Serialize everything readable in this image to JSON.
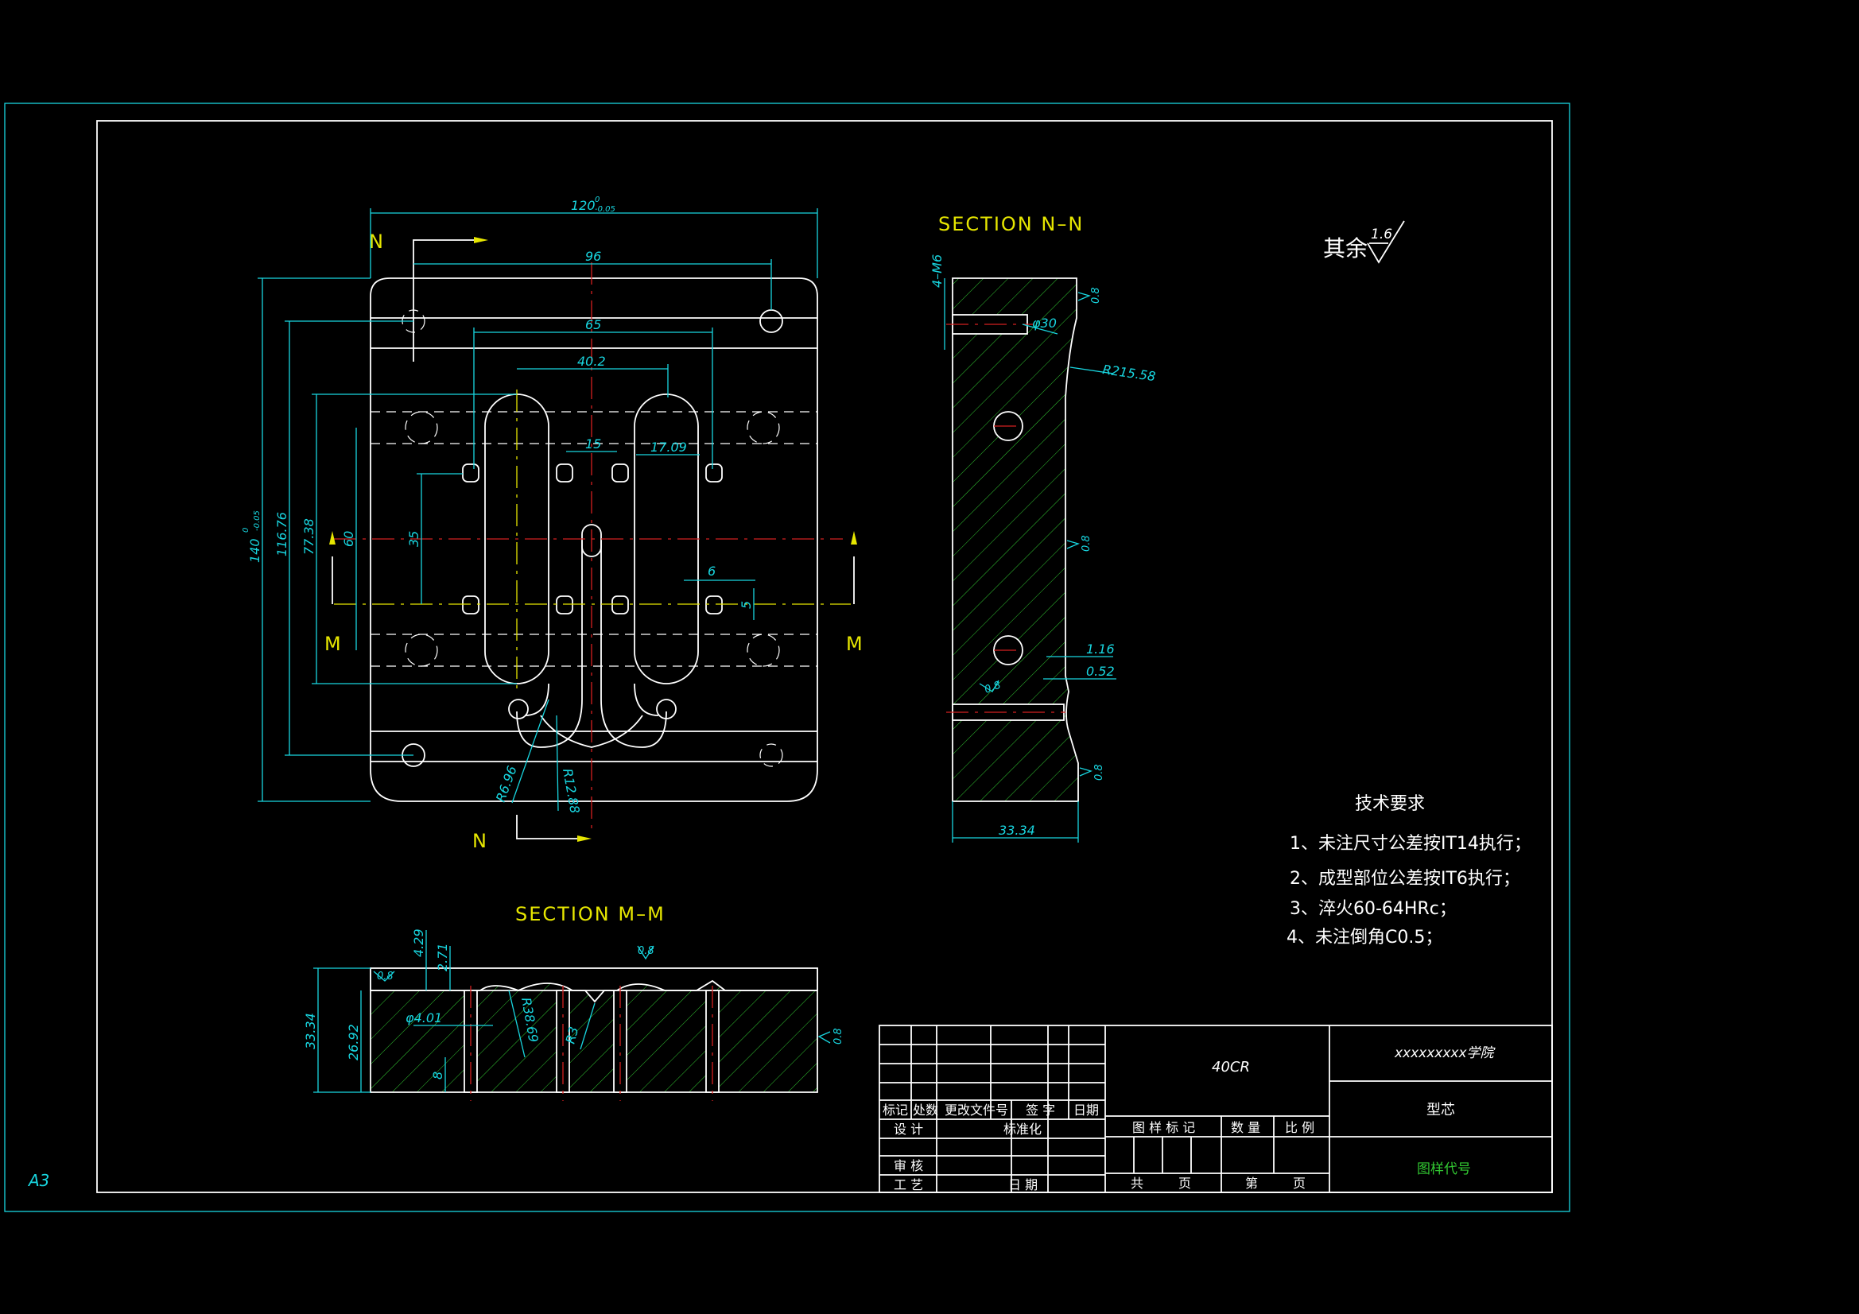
{
  "sheet": {
    "size_label": "A3"
  },
  "views": {
    "front": {
      "section_letters": {
        "n_top": "N",
        "n_bottom": "N",
        "m_left": "M",
        "m_right": "M"
      },
      "dimensions": {
        "width_120": "120",
        "width_120_tol_upper": "0",
        "width_120_tol_lower": "-0.05",
        "w96": "96",
        "w65": "65",
        "w40_2": "40.2",
        "w15": "15",
        "w17_09": "17.09",
        "h140": "140",
        "h140_tol_upper": "0",
        "h140_tol_lower": "-0.05",
        "h116_76": "116.76",
        "h77_38": "77.38",
        "h60": "60",
        "h35": "35",
        "d6": "6",
        "d5": "5",
        "r6_96": "R6.96",
        "r12_88": "R12.88"
      }
    },
    "section_nn": {
      "title": "SECTION  N–N",
      "labels": {
        "thread": "4–M6",
        "angle": "φ30",
        "radius": "R215.58",
        "d1_16": "1.16",
        "d0_52": "0.52",
        "width": "33.34",
        "rough_top": "0.8",
        "rough_mid": "0.8",
        "rough_low": "0.8",
        "rough_bottom": "0.8"
      }
    },
    "section_mm": {
      "title": "SECTION  M–M",
      "labels": {
        "h4_29": "4.29",
        "h2_71": "2.71",
        "dia4_01": "φ4.01",
        "r38_69": "R38.69",
        "r3": "R3",
        "h33_34": "33.34",
        "h26_92": "26.92",
        "d8": "8",
        "rough_top": "0.8",
        "rough_left": "0.8",
        "rough_right": "0.8"
      }
    }
  },
  "surface_note": {
    "label": "其余",
    "value": "1.6"
  },
  "tech_requirements": {
    "title": "技术要求",
    "items": [
      "1、未注尺寸公差按IT14执行；",
      "2、成型部位公差按IT6执行；",
      "3、淬火60-64HRc；",
      "4、未注倒角C0.5；"
    ]
  },
  "title_block": {
    "material": "40CR",
    "school": "xxxxxxxxx学院",
    "part_name": "型芯",
    "drawing_code_label": "图样代号",
    "revision_headers": [
      "标记",
      "处数",
      "更改文件号",
      "签 字",
      "日期"
    ],
    "design": "设 计",
    "standardize": "标准化",
    "review": "审 核",
    "process": "工 艺",
    "date": "日 期",
    "drawing_mark": "图 样 标 记",
    "quantity": "数 量",
    "scale": "比 例",
    "total": "共",
    "sheets": "页",
    "sheet_no": "第",
    "sheet_page": "页"
  },
  "colors": {
    "outline": "#ffffff",
    "dimension": "#18d6e0",
    "section_label": "#e6e600",
    "hatch": "#32c832",
    "centerline": "#d42020"
  }
}
